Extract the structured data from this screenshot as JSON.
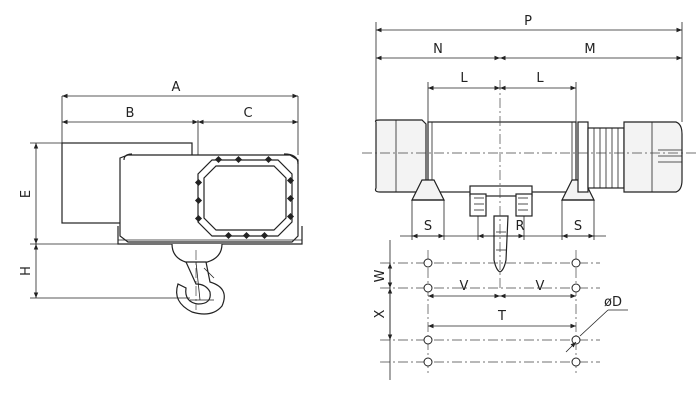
{
  "labels": {
    "A": "A",
    "B": "B",
    "C": "C",
    "E": "E",
    "H": "H",
    "P": "P",
    "N": "N",
    "M": "M",
    "L1": "L",
    "L2": "L",
    "S1": "S",
    "R": "R",
    "S2": "S",
    "W": "W",
    "V1": "V",
    "V2": "V",
    "X": "X",
    "T": "T",
    "D": "øD"
  }
}
